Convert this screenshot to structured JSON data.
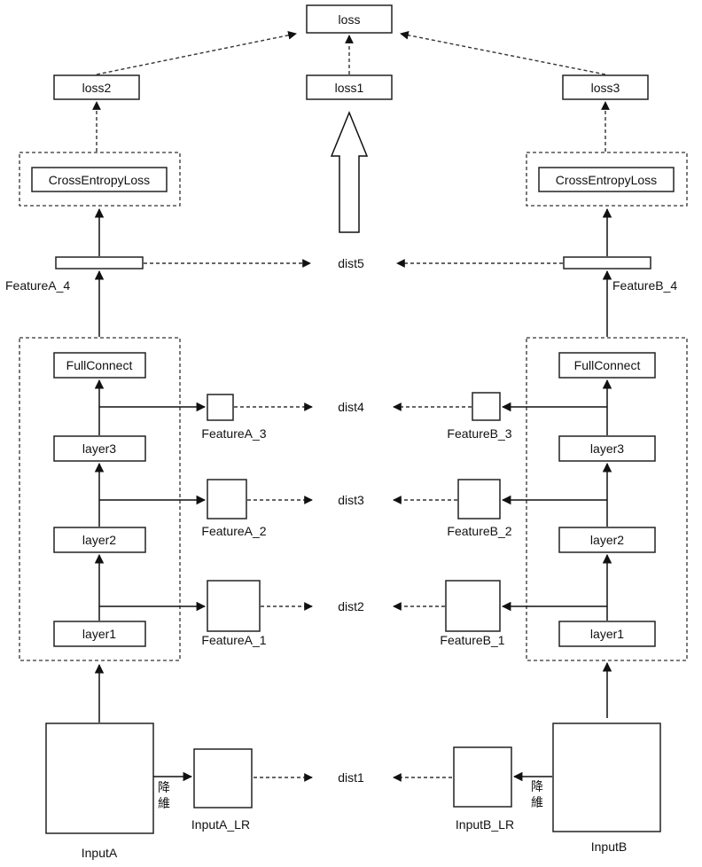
{
  "loss": {
    "loss": "loss",
    "loss1": "loss1",
    "loss2": "loss2",
    "loss3": "loss3"
  },
  "branch_a": {
    "cross_entropy": "CrossEntropyLoss",
    "full_connect": "FullConnect",
    "layer1": "layer1",
    "layer2": "layer2",
    "layer3": "layer3",
    "feature_4": "FeatureA_4",
    "feature_3": "FeatureA_3",
    "feature_2": "FeatureA_2",
    "feature_1": "FeatureA_1",
    "input": "InputA",
    "input_lr": "InputA_LR",
    "downsample_1": "降",
    "downsample_2": "維"
  },
  "branch_b": {
    "cross_entropy": "CrossEntropyLoss",
    "full_connect": "FullConnect",
    "layer1": "layer1",
    "layer2": "layer2",
    "layer3": "layer3",
    "feature_4": "FeatureB_4",
    "feature_3": "FeatureB_3",
    "feature_2": "FeatureB_2",
    "feature_1": "FeatureB_1",
    "input": "InputB",
    "input_lr": "InputB_LR",
    "downsample_1": "降",
    "downsample_2": "維"
  },
  "distances": {
    "dist1": "dist1",
    "dist2": "dist2",
    "dist3": "dist3",
    "dist4": "dist4",
    "dist5": "dist5"
  }
}
